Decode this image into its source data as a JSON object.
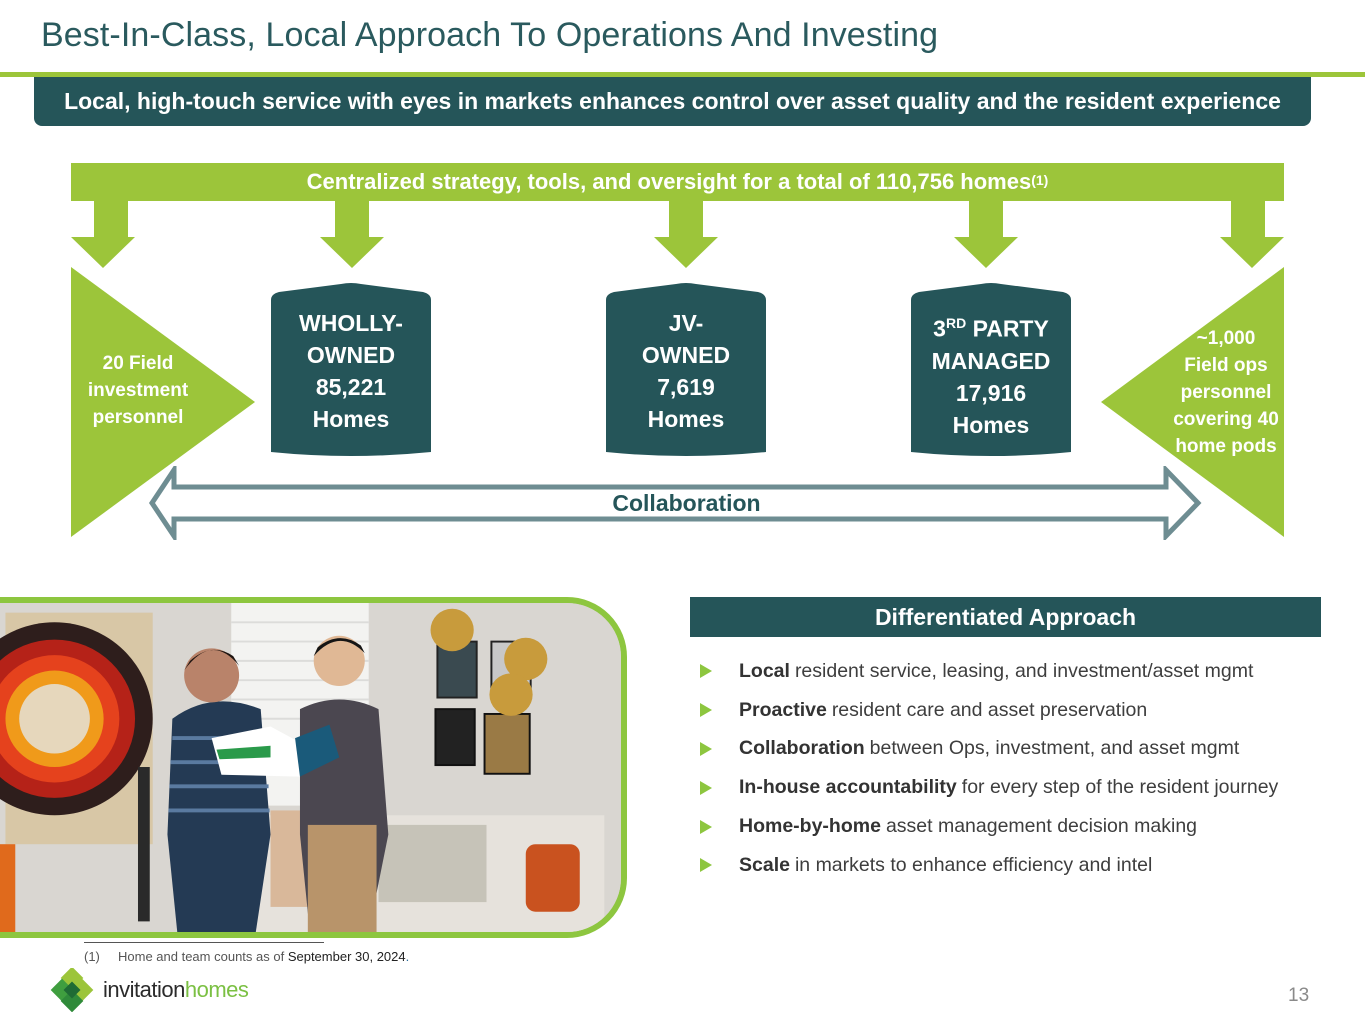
{
  "header": {
    "title": "Best-In-Class, Local Approach To Operations And Investing",
    "banner": "Local, high-touch service with eyes in markets enhances control over asset quality and the resident experience"
  },
  "diagram": {
    "central_bar": {
      "text": "Centralized strategy, tools, and oversight for a total of 110,756 homes",
      "footnote_ref": "(1)"
    },
    "left_triangle": {
      "lines": [
        "20 Field",
        "investment",
        "personnel"
      ]
    },
    "right_triangle": {
      "lines": [
        "~1,000",
        "Field ops",
        "personnel",
        "covering 40",
        "home pods"
      ]
    },
    "houses": [
      {
        "line1": "WHOLLY-",
        "line2": "OWNED",
        "count": "85,221",
        "unit": "Homes"
      },
      {
        "line1": "JV-",
        "line2": "OWNED",
        "count": "7,619",
        "unit": "Homes"
      },
      {
        "line1_pre": "3",
        "line1_sup": "RD",
        "line1_post": " PARTY",
        "line2": "MANAGED",
        "count": "17,916",
        "unit": "Homes"
      }
    ],
    "collaboration_label": "Collaboration"
  },
  "differentiated": {
    "header": "Differentiated Approach",
    "items": [
      {
        "bold": "Local",
        "rest": "resident service, leasing, and investment/asset mgmt"
      },
      {
        "bold": "Proactive",
        "rest": "resident care and asset preservation"
      },
      {
        "bold": "Collaboration",
        "rest": "between Ops, investment, and asset mgmt"
      },
      {
        "bold": "In-house accountability",
        "rest": "for every step of the resident journey"
      },
      {
        "bold": "Home-by-home",
        "rest": "asset management decision making"
      },
      {
        "bold": "Scale",
        "rest": "in markets to enhance efficiency and intel"
      }
    ]
  },
  "photo": {
    "description": "Two men reviewing an Invitation Homes brochure in a living room"
  },
  "footnote": {
    "num": "(1)",
    "text": "Home and team counts as of ",
    "date": "September 30, 2024",
    "end": "."
  },
  "logo": {
    "part1": "invitation",
    "part2": "homes"
  },
  "page_number": "13",
  "colors": {
    "primary_teal": "#255559",
    "accent_green": "#9cc53a",
    "collab_arrow": "#6e8d92"
  }
}
